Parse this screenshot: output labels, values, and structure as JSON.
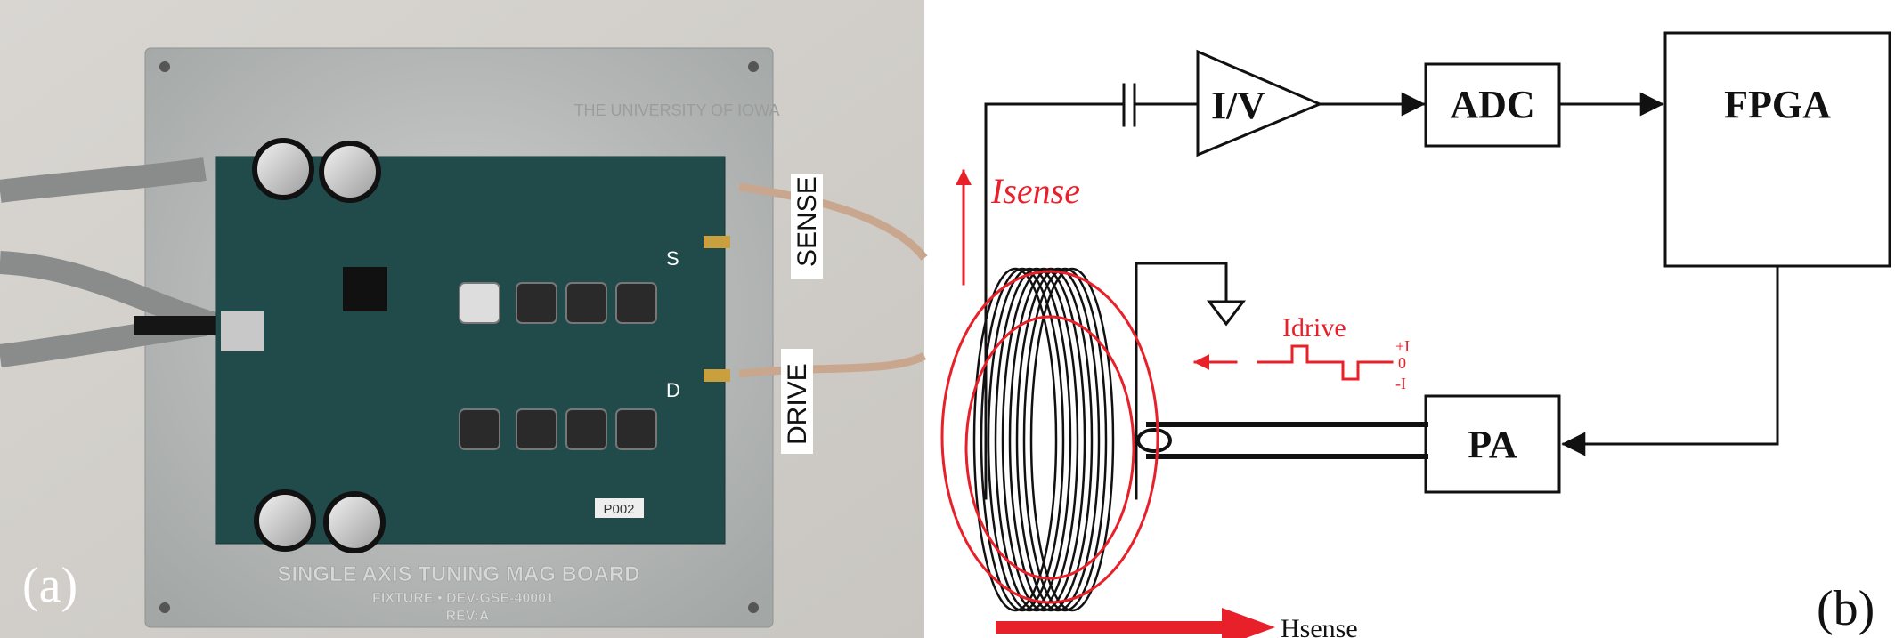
{
  "panel_a": {
    "label": "(a)",
    "engraving": {
      "line1": "SINGLE AXIS TUNING MAG BOARD",
      "line2": "FIXTURE • DEV-GSE-40001",
      "line3": "REV:A",
      "logo": "THE UNIVERSITY OF IOWA"
    },
    "cable_tags": {
      "sense": "SENSE",
      "drive": "DRIVE"
    },
    "pcb_marks": {
      "s": "S",
      "d": "D",
      "serial": "P002"
    }
  },
  "panel_b": {
    "label": "(b)",
    "blocks": {
      "iv": "I/V",
      "adc": "ADC",
      "fpga": "FPGA",
      "pa": "PA"
    },
    "isense": "Isense",
    "idrive": "Idrive",
    "levels": {
      "pos": "+I",
      "zero": "0",
      "neg": "-I"
    },
    "hsense": "Hsense",
    "coil_turns": 9
  },
  "colors": {
    "red": "#e8202a",
    "ink": "#111111",
    "pcb": "#1f4a4a",
    "plate": "#b9bcbc"
  }
}
